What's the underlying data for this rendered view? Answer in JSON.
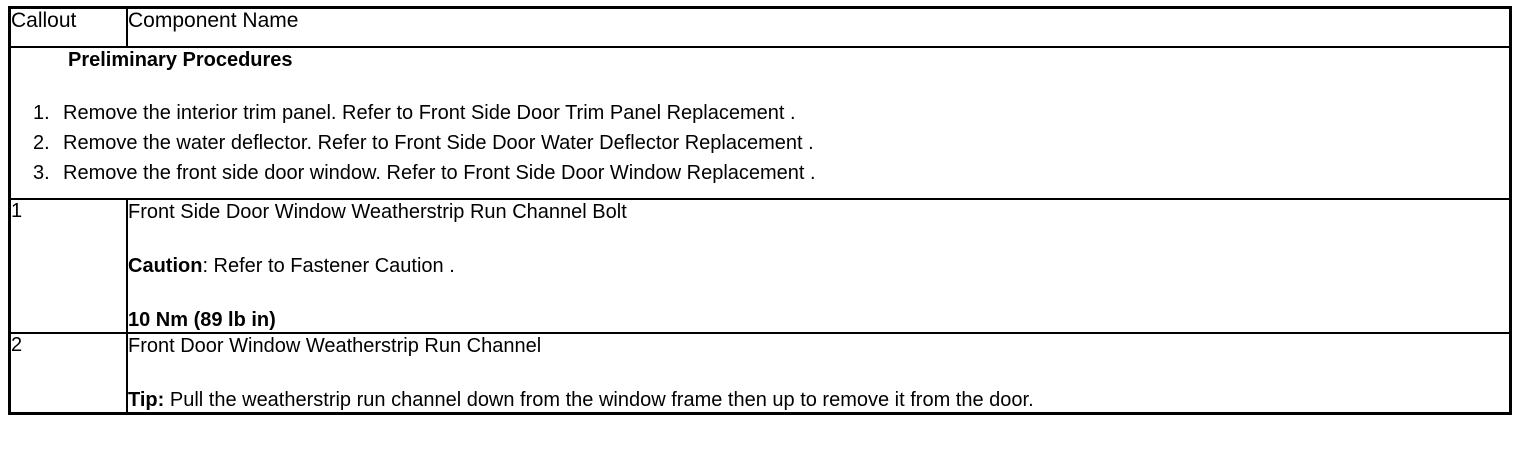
{
  "table": {
    "headers": {
      "callout": "Callout",
      "component_name": "Component Name"
    },
    "preliminary": {
      "title": "Preliminary Procedures",
      "steps": [
        {
          "number": "1.",
          "text": "Remove the interior trim panel. Refer to Front Side Door Trim Panel Replacement ."
        },
        {
          "number": "2.",
          "text": "Remove the water deflector. Refer to Front Side Door Water Deflector Replacement ."
        },
        {
          "number": "3.",
          "text": "Remove the front side door window. Refer to Front Side Door Window Replacement ."
        }
      ]
    },
    "rows": [
      {
        "callout": "1",
        "component": "Front Side Door Window Weatherstrip Run Channel Bolt",
        "caution_label": "Caution",
        "caution_text": ": Refer to Fastener Caution .",
        "torque": "10 Nm (89 lb in)"
      },
      {
        "callout": "2",
        "component": "Front Door Window Weatherstrip Run Channel",
        "tip_label": "Tip:",
        "tip_text": " Pull the weatherstrip run channel down from the window frame then up to remove it from the door."
      }
    ]
  }
}
